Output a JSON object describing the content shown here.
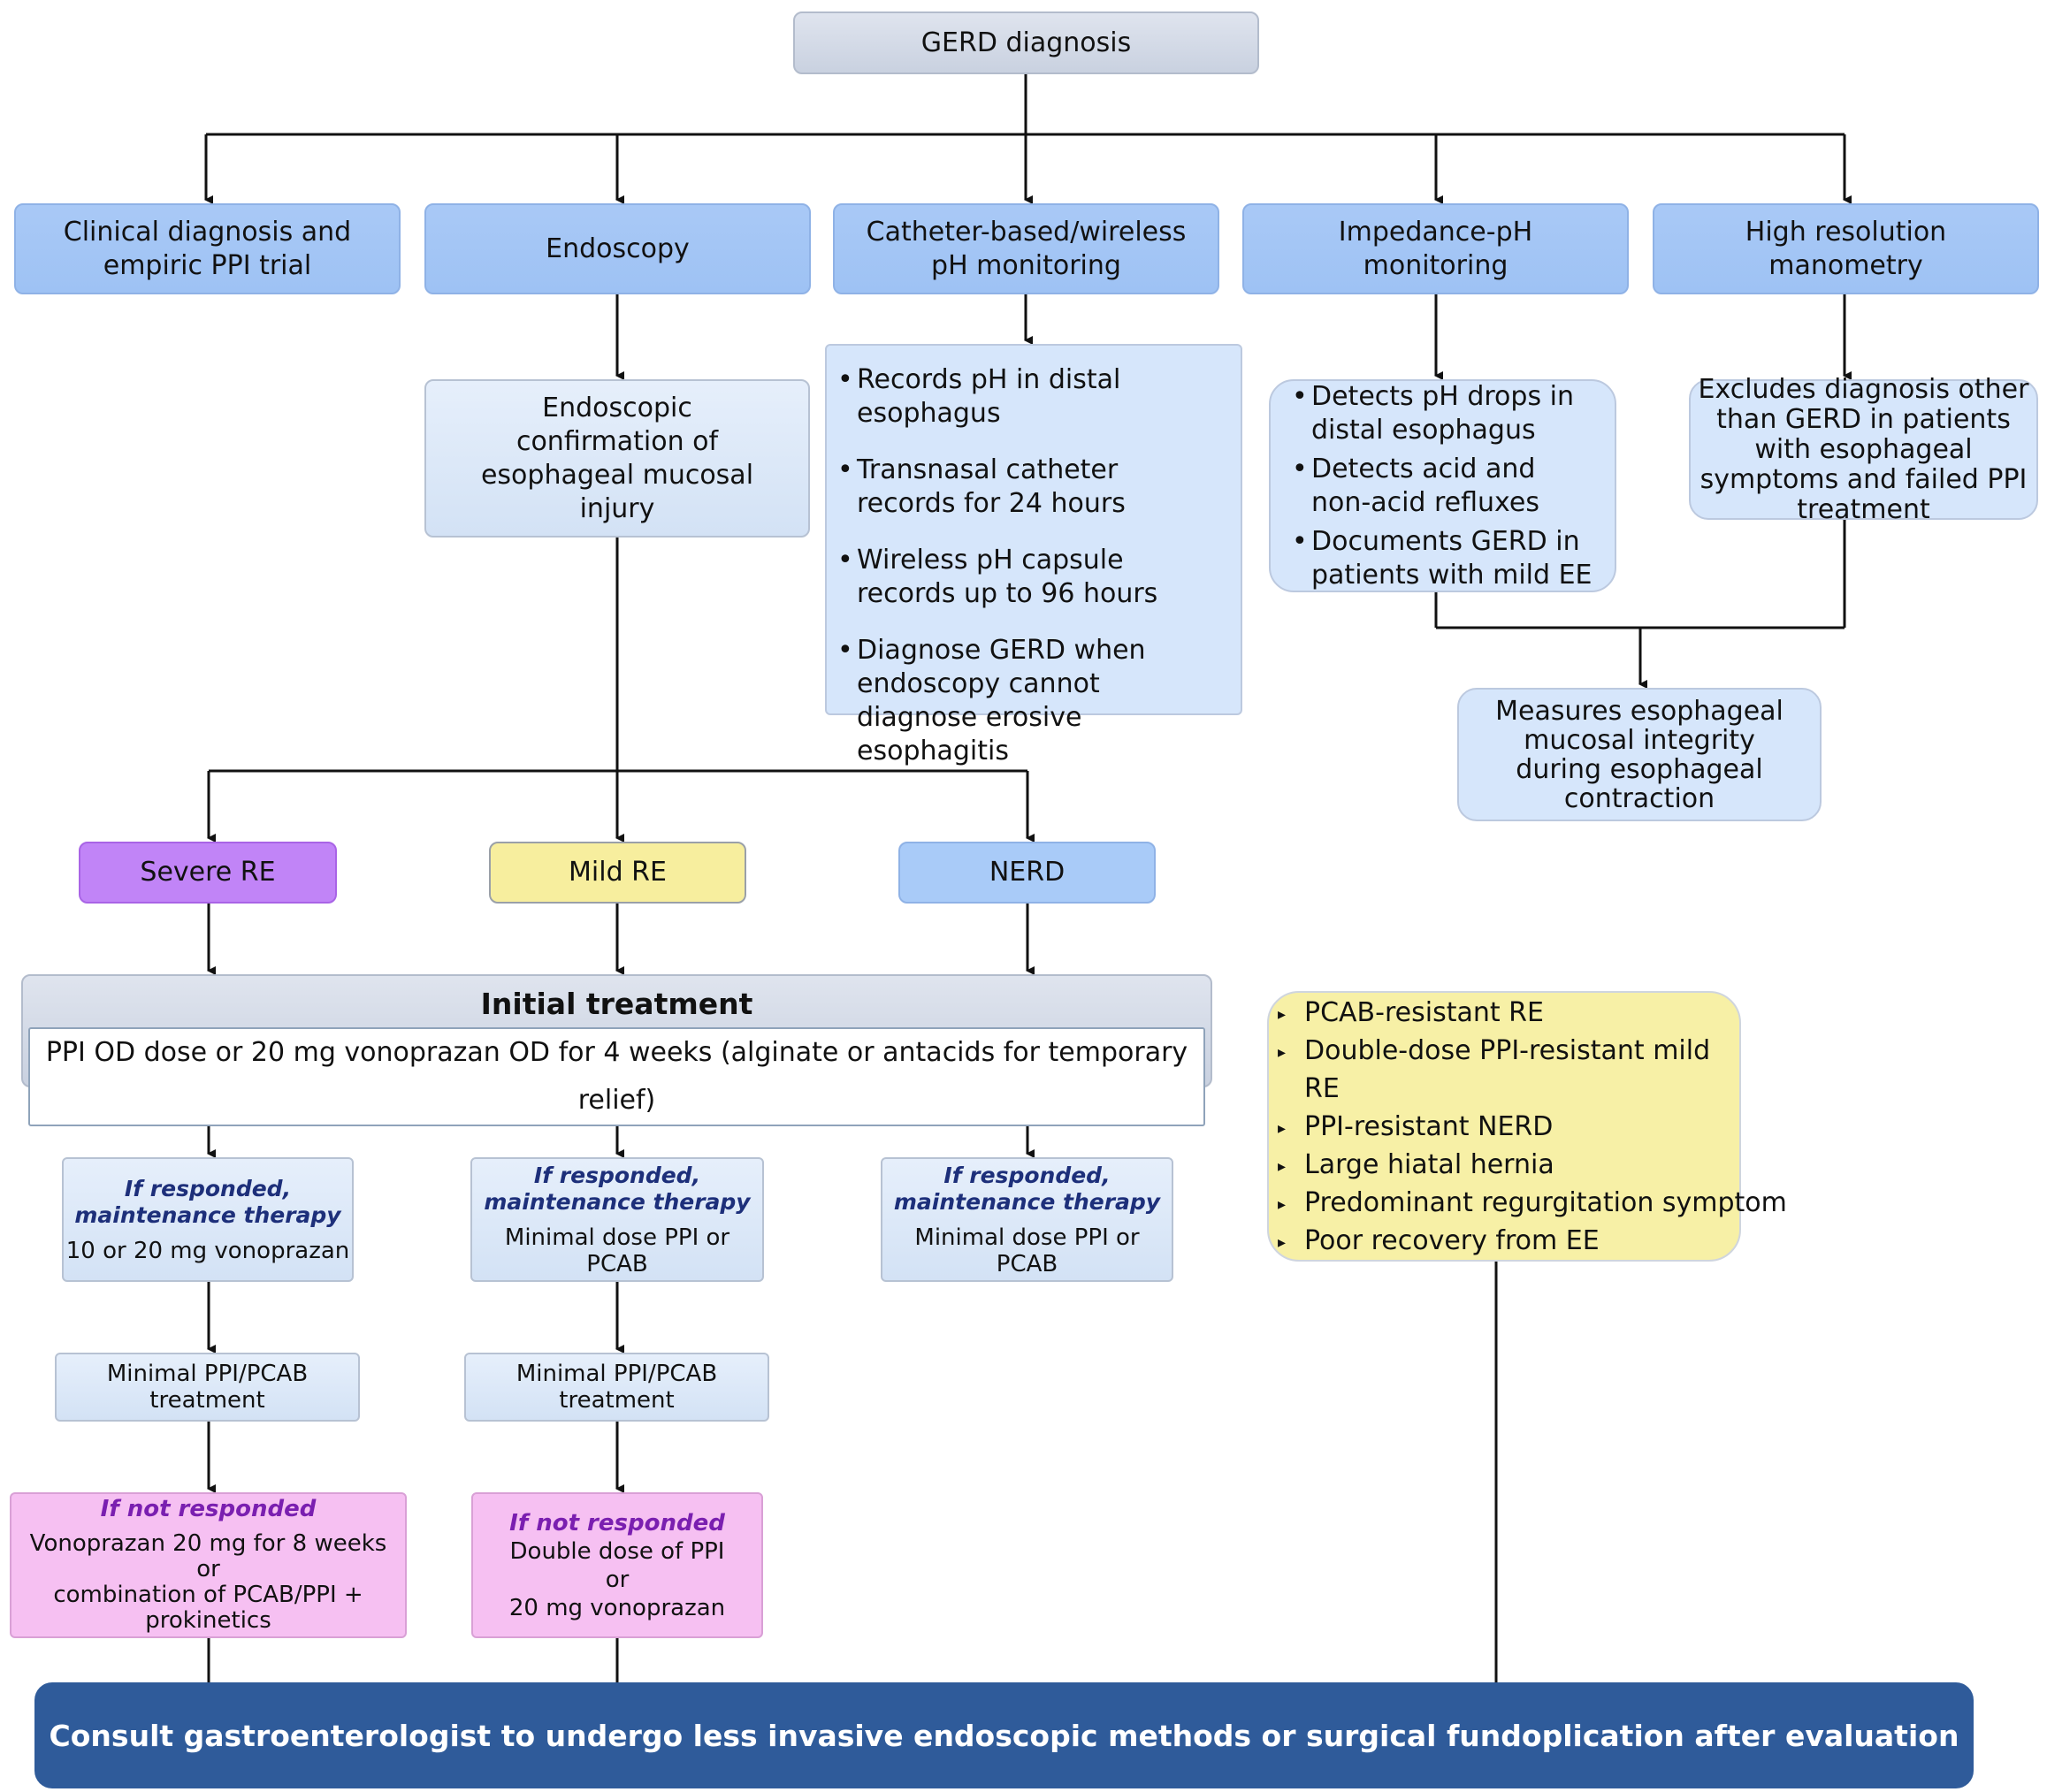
{
  "root": {
    "label": "GERD diagnosis"
  },
  "methods": [
    {
      "label": "Clinical diagnosis and empiric PPI trial"
    },
    {
      "label": "Endoscopy"
    },
    {
      "label": "Catheter-based/wireless pH monitoring"
    },
    {
      "label": "Impedance-pH monitoring"
    },
    {
      "label": "High resolution manometry"
    }
  ],
  "endoscopy_detail": {
    "label": "Endoscopic confirmation of esophageal mucosal injury"
  },
  "ph_detail": {
    "items": [
      "Records pH in distal esophagus",
      "Transnasal catheter records for 24 hours",
      "Wireless pH capsule records up to 96 hours",
      "Diagnose GERD when endoscopy cannot diagnose erosive esophagitis"
    ]
  },
  "impedance_detail": {
    "items": [
      "Detects pH drops in distal esophagus",
      "Detects acid and non-acid refluxes",
      "Documents GERD in patients with mild EE"
    ]
  },
  "manometry_detail": {
    "label": "Excludes diagnosis other than GERD in patients with esophageal symptoms and failed PPI treatment"
  },
  "integrity": {
    "label": "Measures esophageal mucosal integrity during esophageal contraction"
  },
  "categories": [
    {
      "label": "Severe RE",
      "color": "#c184f7"
    },
    {
      "label": "Mild RE",
      "color": "#f7ee9e"
    },
    {
      "label": "NERD",
      "color": "#a9cbf8"
    }
  ],
  "initial_treatment": {
    "title": "Initial treatment",
    "text": "PPI OD dose or 20 mg vonoprazan OD for 4 weeks (alginate or antacids for temporary relief)"
  },
  "maintenance": [
    {
      "heading1": "If responded,",
      "heading2": "maintenance therapy",
      "text": "10 or 20 mg vonoprazan"
    },
    {
      "heading1": "If responded,",
      "heading2": "maintenance therapy",
      "text": "Minimal dose PPI or PCAB"
    },
    {
      "heading1": "If responded,",
      "heading2": "maintenance therapy",
      "text": "Minimal dose PPI or PCAB"
    }
  ],
  "minimal": [
    {
      "label": "Minimal PPI/PCAB treatment"
    },
    {
      "label": "Minimal PPI/PCAB treatment"
    }
  ],
  "not_responded": [
    {
      "heading": "If not responded",
      "lines": [
        "Vonoprazan 20 mg for 8 weeks",
        "or",
        "combination of PCAB/PPI + prokinetics"
      ]
    },
    {
      "heading": "If not responded",
      "lines": [
        "Double dose of PPI",
        "or",
        "20 mg vonoprazan"
      ]
    }
  ],
  "refractory": {
    "items": [
      "PCAB-resistant RE",
      "Double-dose PPI-resistant mild RE",
      "PPI-resistant NERD",
      "Large hiatal hernia",
      "Predominant regurgitation symptom",
      "Poor recovery from EE"
    ]
  },
  "final": {
    "label": "Consult gastroenterologist to undergo less invasive endoscopic methods or surgical fundoplication after evaluation",
    "color": "#2f5b9a"
  }
}
